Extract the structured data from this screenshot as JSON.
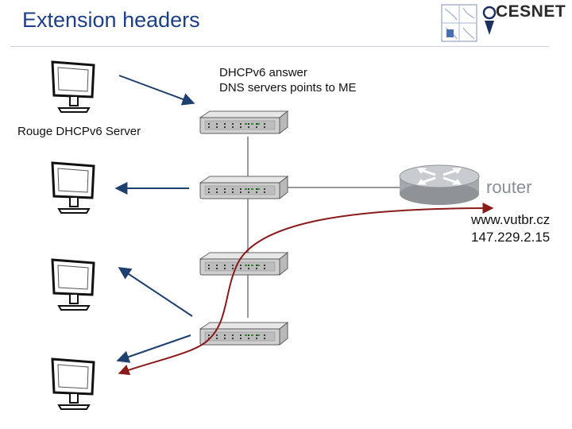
{
  "header": {
    "title": "Extension headers",
    "logo_text": "CESNET"
  },
  "labels": {
    "answer_line1": "DHCPv6 answer",
    "answer_line2": "DNS servers points to ME",
    "rouge_server": "Rouge DHCPv6 Server",
    "router": "router",
    "host_name": "www.vutbr.cz",
    "host_ip": "147.229.2.15"
  },
  "icons": {
    "computer": "desktop-monitor-icon",
    "switch": "network-switch-icon",
    "router": "router-icon",
    "logo": "cesnet-logo-icon"
  },
  "colors": {
    "title": "#1c3f86",
    "message_arrow": "#1f3f6e",
    "traffic_path": "#8b1a1a",
    "network_line": "#9a9a9a"
  }
}
